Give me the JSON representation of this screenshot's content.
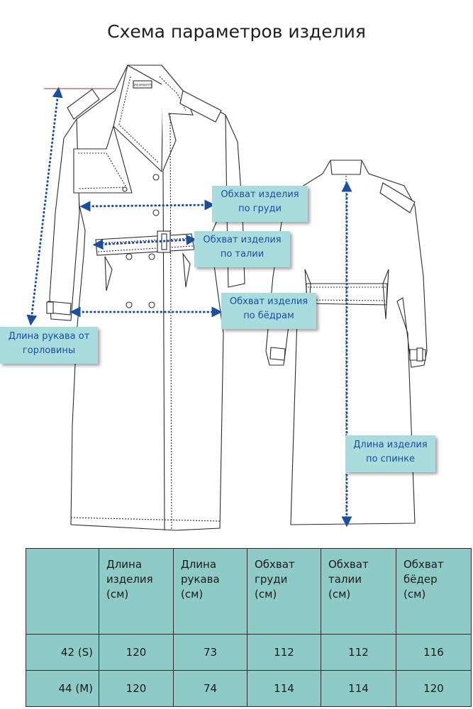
{
  "title": "Схема параметров изделия",
  "callouts": {
    "chest": [
      "Обхват изделия",
      "по груди"
    ],
    "waist": [
      "Обхват изделия",
      "по талии"
    ],
    "hips": [
      "Обхват изделия",
      "по бёдрам"
    ],
    "sleeve": [
      "Длина рукава от",
      "горловины"
    ],
    "back_length": [
      "Длина изделия",
      "по спинке"
    ]
  },
  "label_text": "DREAMWHITE",
  "colors": {
    "accent": "#1a4fa0",
    "callout_bg": "#a9dcdc",
    "table_bg": "#8ecbc6"
  },
  "table": {
    "headers": [
      "",
      [
        "Длина",
        "изделия",
        "(см)"
      ],
      [
        "Длина",
        "рукава",
        "(см)"
      ],
      [
        "Обхват",
        "груди",
        "(см)"
      ],
      [
        "Обхват",
        "талии",
        "(см)"
      ],
      [
        "Обхват",
        "бёдер",
        "(см)"
      ]
    ],
    "rows": [
      [
        "42 (S)",
        "120",
        "73",
        "112",
        "112",
        "116"
      ],
      [
        "44 (M)",
        "120",
        "74",
        "114",
        "114",
        "120"
      ]
    ]
  }
}
